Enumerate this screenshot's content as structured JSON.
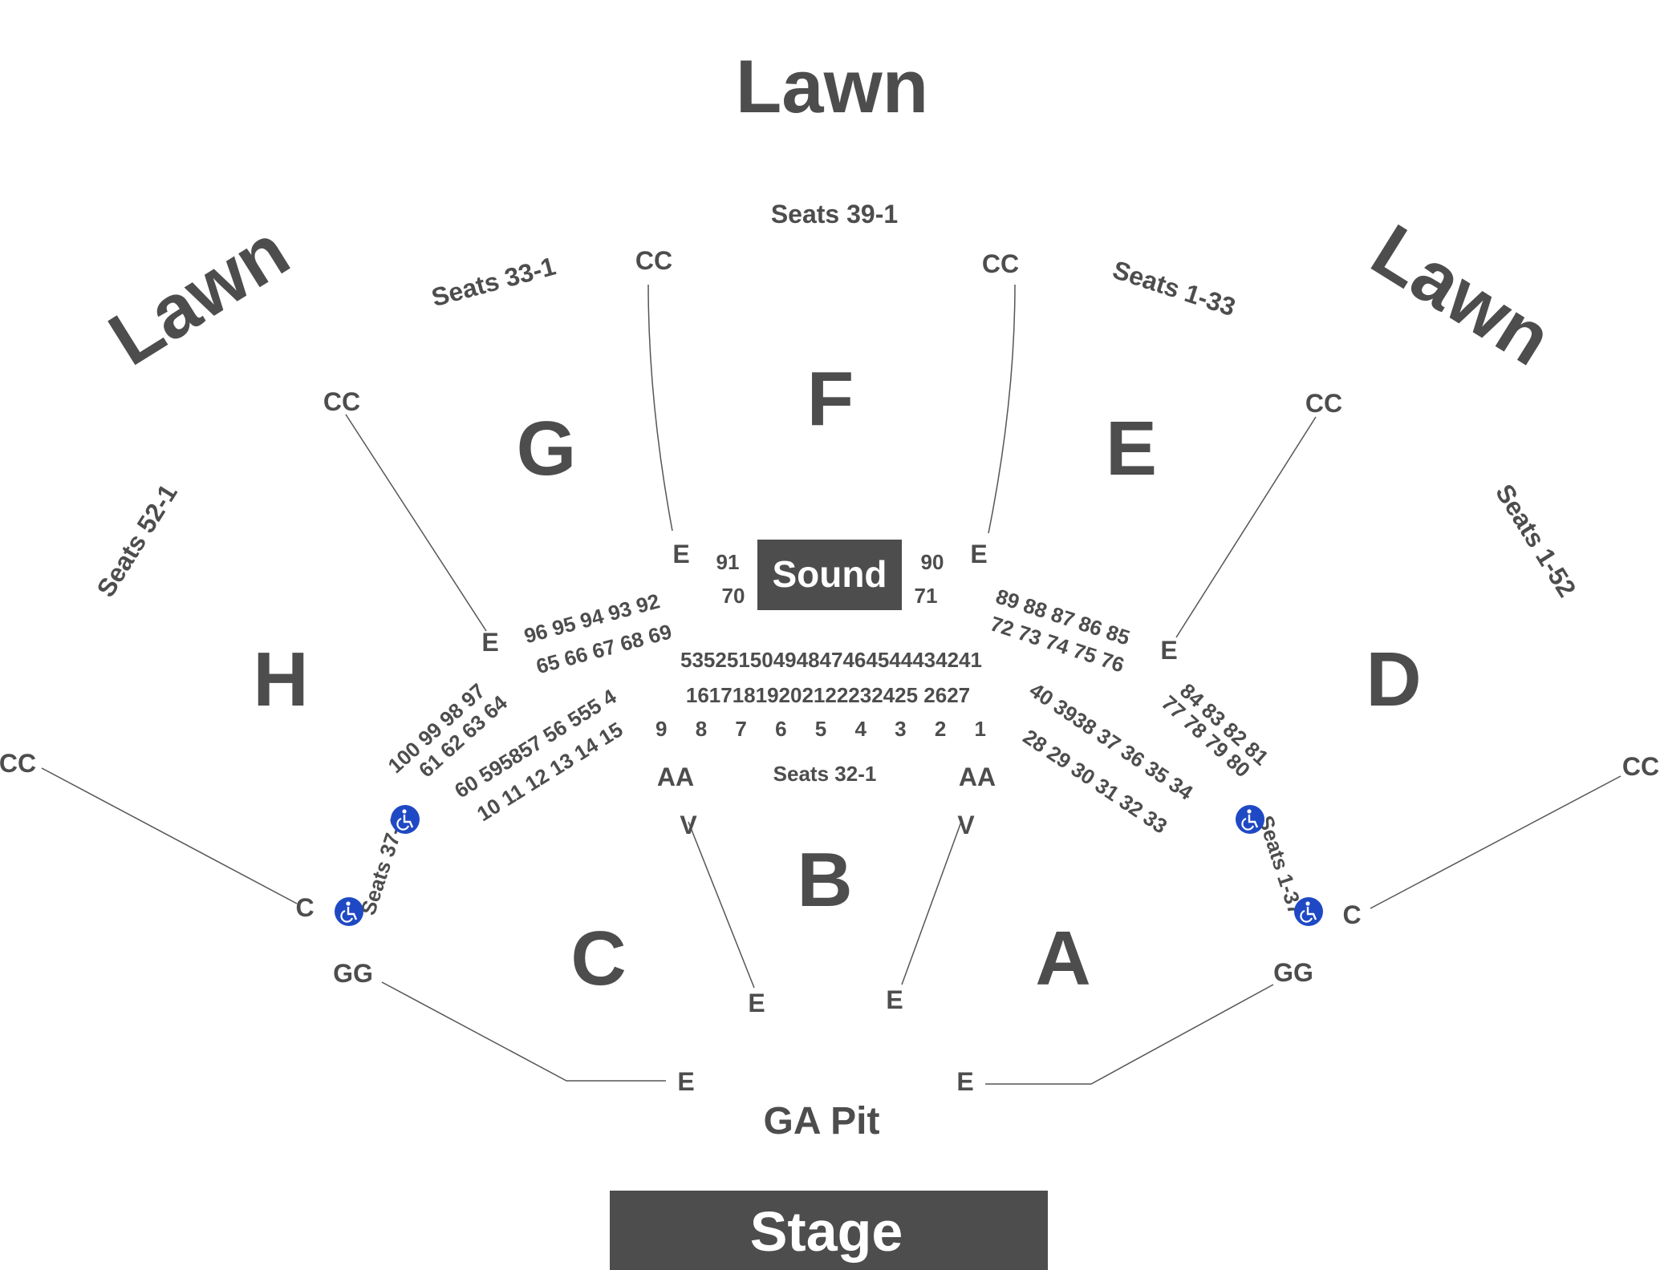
{
  "map": {
    "lawn_top": "Lawn",
    "lawn_left": "Lawn",
    "lawn_right": "Lawn",
    "stage": "Stage",
    "ga_pit": "GA Pit",
    "sound": "Sound",
    "sections": {
      "F": "F",
      "G": "G",
      "E": "E",
      "H": "H",
      "D": "D",
      "B": "B",
      "C": "C",
      "A": "A"
    },
    "seat_ranges": {
      "top": "Seats 39-1",
      "g_upper": "Seats 33-1",
      "e_upper": "Seats 1-33",
      "h_outer": "Seats 52-1",
      "d_outer": "Seats 1-52",
      "b_inner": "Seats 32-1",
      "left_ada": "Seats 37-1",
      "right_ada": "Seats 1-37"
    },
    "row_labels": {
      "cc": "CC",
      "e": "E",
      "aa": "AA",
      "v": "V",
      "c": "C",
      "gg": "GG"
    },
    "seat_numbers": {
      "sound_left": [
        "91",
        "70"
      ],
      "sound_right": [
        "90",
        "71"
      ],
      "g_row_a": "96 95 94 93 92",
      "g_row_b": "65 66 67 68 69",
      "e_row_a": "89 88 87 86 85",
      "e_row_b": "72 73 74 75 76",
      "h_row_a": "100 99 98 97",
      "h_row_b": "61 62 63 64",
      "d_row_a": "84 83 82 81",
      "d_row_b": "77 78 79 80",
      "b_row_a": "53525150494847464544434241",
      "b_row_b": "16171819202122232425 2627",
      "b_row_c": "9 8 7 6 5 4 3 2 1",
      "c_row_a": "60 595857 56 555 4",
      "c_row_b": "10 11 12 13 14 15",
      "a_row_a": "40 3938 37 36 35 34",
      "a_row_b": "28 29 30 31 32 33"
    },
    "colors": {
      "text": "#4d4d4d",
      "box": "#4d4d4d",
      "accessible": "#1f49c4"
    },
    "icon": "wheelchair-accessible-icon"
  }
}
